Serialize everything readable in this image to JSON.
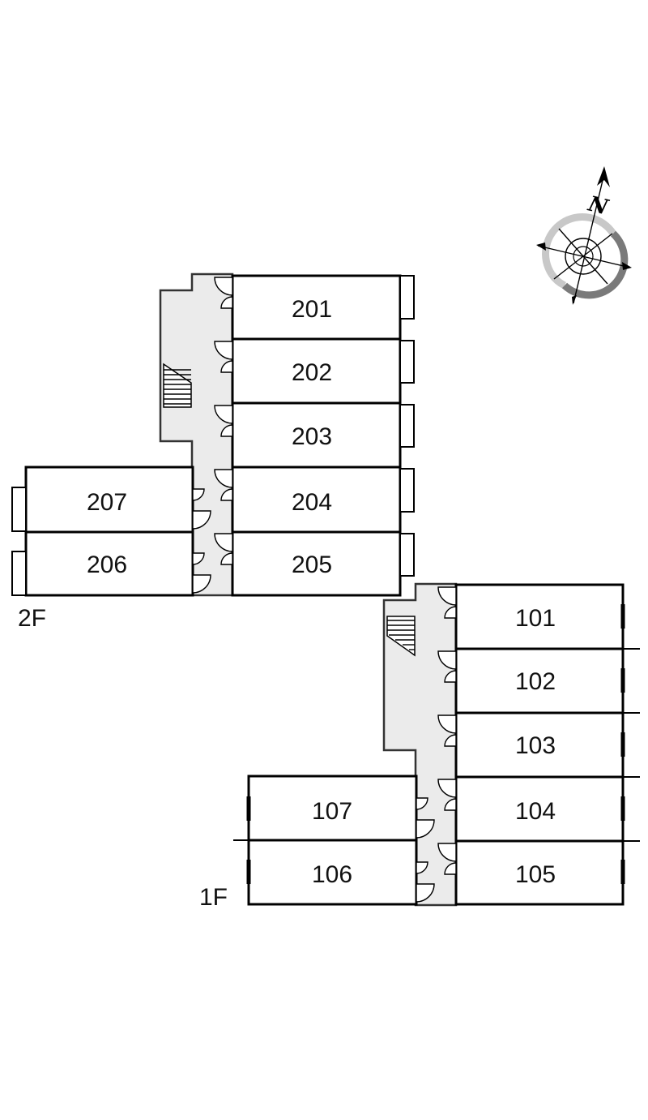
{
  "floors": [
    {
      "label": "2F",
      "rooms": [
        "201",
        "202",
        "203",
        "204",
        "205",
        "206",
        "207"
      ]
    },
    {
      "label": "1F",
      "rooms": [
        "101",
        "102",
        "103",
        "104",
        "105",
        "106",
        "107"
      ]
    }
  ],
  "compass": {
    "letter": "N",
    "ring_colors": [
      "#c8c8c8",
      "#7a7a7a"
    ]
  },
  "colors": {
    "corridor": "#ebebeb",
    "wall": "#000000"
  }
}
